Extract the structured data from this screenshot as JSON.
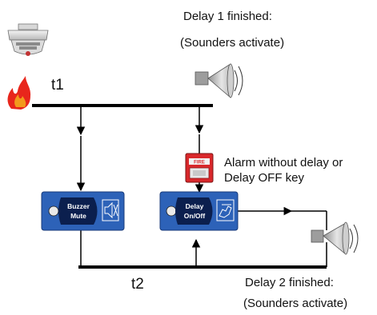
{
  "labels": {
    "delay1_title": "Delay 1 finished:",
    "delay1_sub": "(Sounders activate)",
    "t1": "t1",
    "t2": "t2",
    "alarm_line1": "Alarm without delay or",
    "alarm_line2": "Delay OFF key",
    "delay2_title": "Delay 2 finished:",
    "delay2_sub": "(Sounders activate)"
  },
  "buttons": {
    "buzzer_line1": "Buzzer",
    "buzzer_line2": "Mute",
    "delay_line1": "Delay",
    "delay_line2": "On/Off"
  },
  "call_point": {
    "text": "FIRE"
  },
  "colors": {
    "line": "#000000",
    "button_blue": "#2d62b8",
    "button_dark": "#0b1f4e",
    "call_point_red": "#d9282b",
    "flame_red": "#e8261c",
    "flame_orange": "#f29a1d"
  },
  "icons": {
    "detector": "smoke-detector-icon",
    "fire": "flame-icon",
    "sounder": "sounder-horn-icon",
    "call_point": "manual-call-point-icon",
    "mute": "speaker-mute-icon",
    "delay": "delay-hand-icon"
  }
}
